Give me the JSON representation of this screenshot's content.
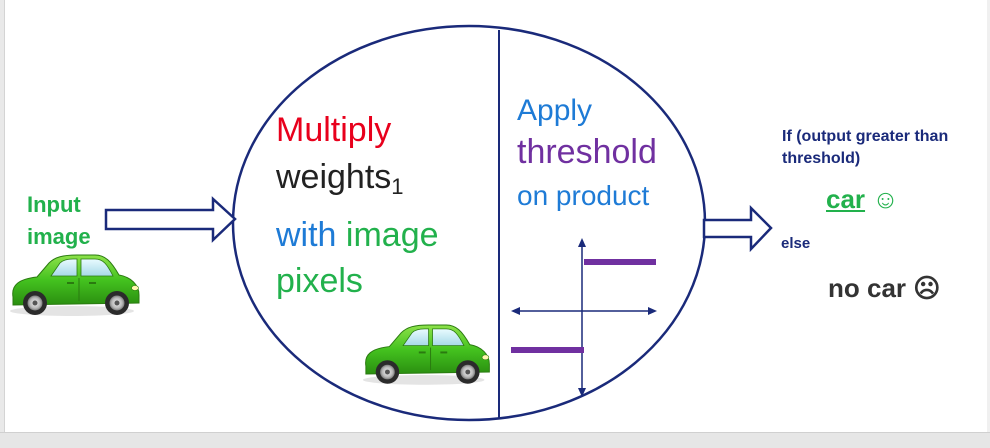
{
  "input": {
    "label_line1": "Input",
    "label_line2": "image"
  },
  "multiply": {
    "word": "Multiply",
    "weights": "weights",
    "weights_sub": "1",
    "with": "with",
    "image": "image",
    "pixels": "pixels"
  },
  "threshold_box": {
    "apply": "Apply",
    "threshold": "threshold",
    "on_product": "on product"
  },
  "decision": {
    "condition_line1": "If (output greater than",
    "condition_line2": "threshold)",
    "positive": "car",
    "positive_emoji": "☺",
    "else": "else",
    "negative": "no car",
    "negative_emoji": "☹"
  },
  "colors": {
    "circle_stroke": "#1a2a7a",
    "arrow_stroke": "#1a2a7a",
    "threshold_bar": "#7030a0",
    "car_body": "#44c21f",
    "red_text": "#e8001c",
    "blue_text": "#1e7bd6",
    "green_text": "#22b14c",
    "purple_text": "#7030a0"
  },
  "icons": [
    "car-icon",
    "arrow-right-icon",
    "step-function-icon",
    "smiley-icon",
    "frown-icon"
  ]
}
